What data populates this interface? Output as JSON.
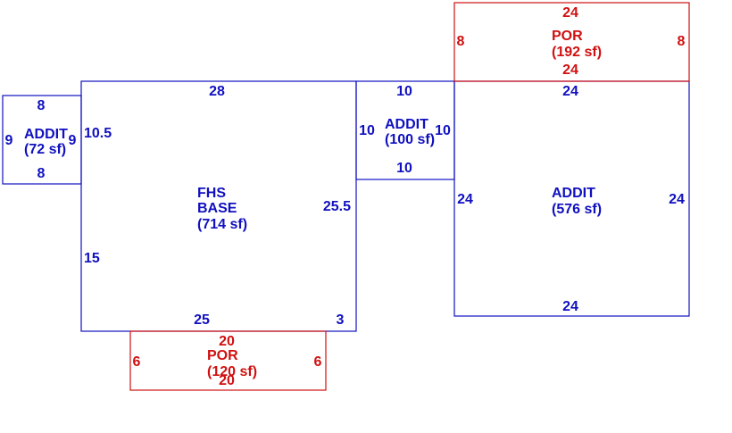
{
  "colors": {
    "living": "#1010c0",
    "porch": "#d01010"
  },
  "areas": [
    {
      "id": "addit-left",
      "name": "ADDIT",
      "area": "(72 sf)",
      "kind": "living",
      "dims": {
        "top": "8",
        "bottom": "8",
        "left": "9",
        "right": "9"
      }
    },
    {
      "id": "fhs-base",
      "name": "FHS",
      "name2": "BASE",
      "area": "(714 sf)",
      "kind": "living",
      "dims": {
        "top": "28",
        "left_upper": "10.5",
        "left_lower": "15",
        "right": "25.5",
        "bottom": "25",
        "bottom_right": "3"
      }
    },
    {
      "id": "addit-middle",
      "name": "ADDIT",
      "area": "(100 sf)",
      "kind": "living",
      "dims": {
        "top": "10",
        "bottom": "10",
        "left": "10",
        "right": "10"
      }
    },
    {
      "id": "addit-right",
      "name": "ADDIT",
      "area": "(576 sf)",
      "kind": "living",
      "dims": {
        "top": "24",
        "bottom": "24",
        "left": "24",
        "right": "24"
      }
    },
    {
      "id": "por-top",
      "name": "POR",
      "area": "(192 sf)",
      "kind": "porch",
      "dims": {
        "top": "24",
        "bottom": "24",
        "left": "8",
        "right": "8"
      }
    },
    {
      "id": "por-bottom",
      "name": "POR",
      "area": "(120 sf)",
      "kind": "porch",
      "dims": {
        "top": "20",
        "bottom": "20",
        "left": "6",
        "right": "6"
      }
    }
  ]
}
